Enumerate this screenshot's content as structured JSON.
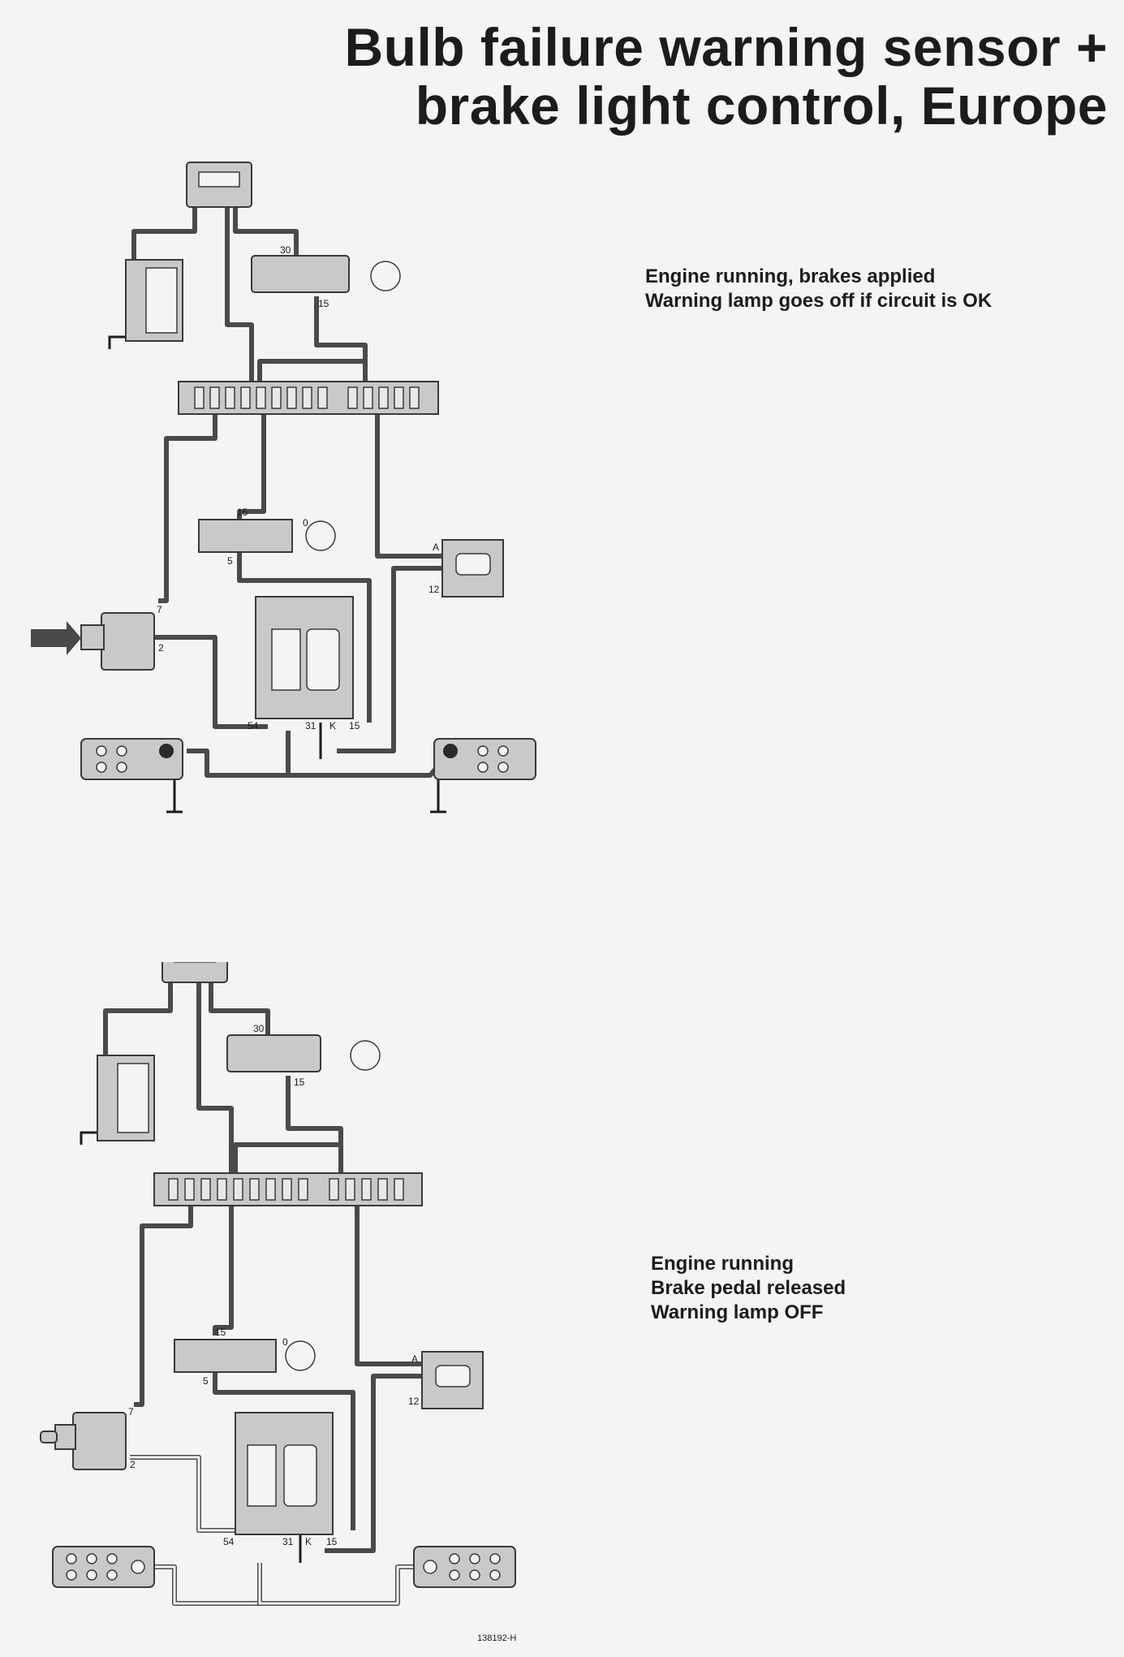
{
  "title": {
    "line1": "Bulb failure warning sensor +",
    "line2": "brake light control, Europe"
  },
  "captions": {
    "top": {
      "line1": "Engine running, brakes applied",
      "line2": "Warning lamp goes off if circuit is OK"
    },
    "bottom": {
      "line1": "Engine running",
      "line2": "Brake pedal released",
      "line3": "Warning lamp OFF"
    }
  },
  "terminal_labels": {
    "t30": "30",
    "t15": "15",
    "t7": "7",
    "t2": "2",
    "tA": "A",
    "t12": "12",
    "t5": "5",
    "t31": "31",
    "tK": "K",
    "t54": "54",
    "t0": "0"
  },
  "reference": "138192-H",
  "colors": {
    "background": "#f4f4f2",
    "component_fill": "#c9c9c9",
    "wire": "#4a4a4a",
    "text": "#1c1c1c"
  }
}
